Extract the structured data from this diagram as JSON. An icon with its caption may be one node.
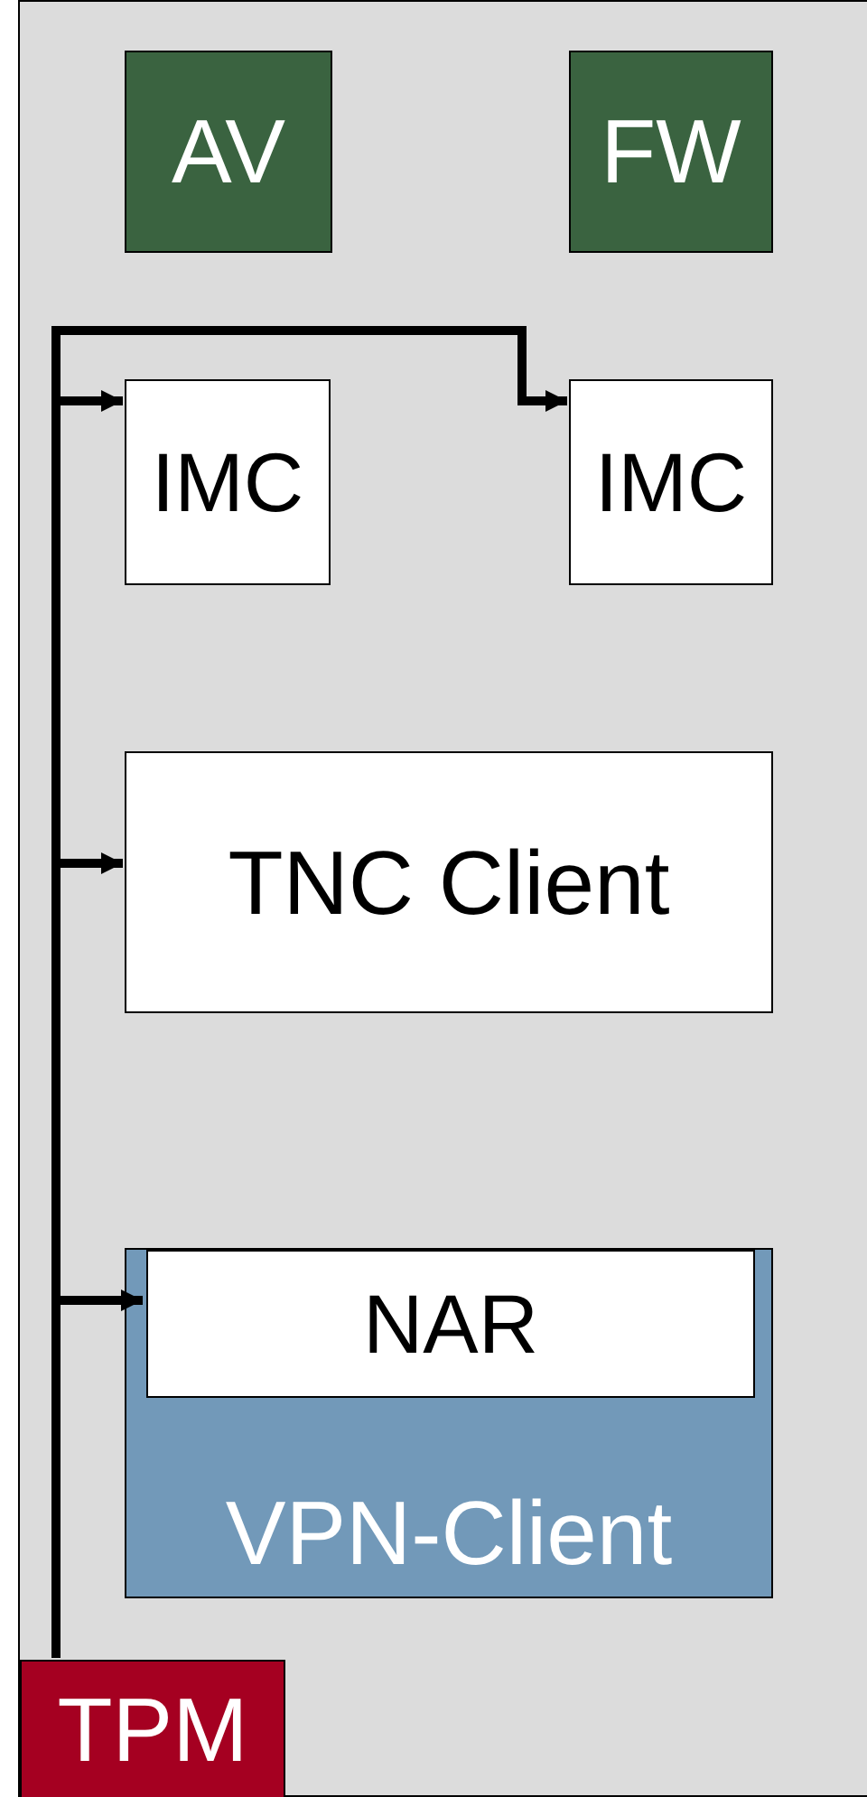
{
  "diagram": {
    "nodes": [
      {
        "text": [],
        "shape": "box"
      },
      {
        "text": [
          "AV"
        ],
        "in": 0
      },
      {
        "text": [
          "FW"
        ],
        "in": 0
      },
      {
        "text": [
          "IMC"
        ],
        "in": 0
      },
      {
        "text": [
          "IMC"
        ],
        "in": 0
      },
      {
        "text": [
          "TNC Client"
        ],
        "in": 0
      },
      {
        "text": [
          "VPN-Client"
        ],
        "in": 0
      },
      {
        "text": [
          "NAR"
        ],
        "in": 6
      },
      {
        "text": [
          "TPM"
        ],
        "in": 0
      }
    ],
    "edges": [
      {
        "from": 8,
        "to": 3,
        "arrow": "to"
      },
      {
        "from": 8,
        "to": 4,
        "arrow": "to"
      },
      {
        "from": 8,
        "to": 5,
        "arrow": "to"
      },
      {
        "from": 8,
        "to": 7,
        "arrow": "to"
      }
    ]
  }
}
